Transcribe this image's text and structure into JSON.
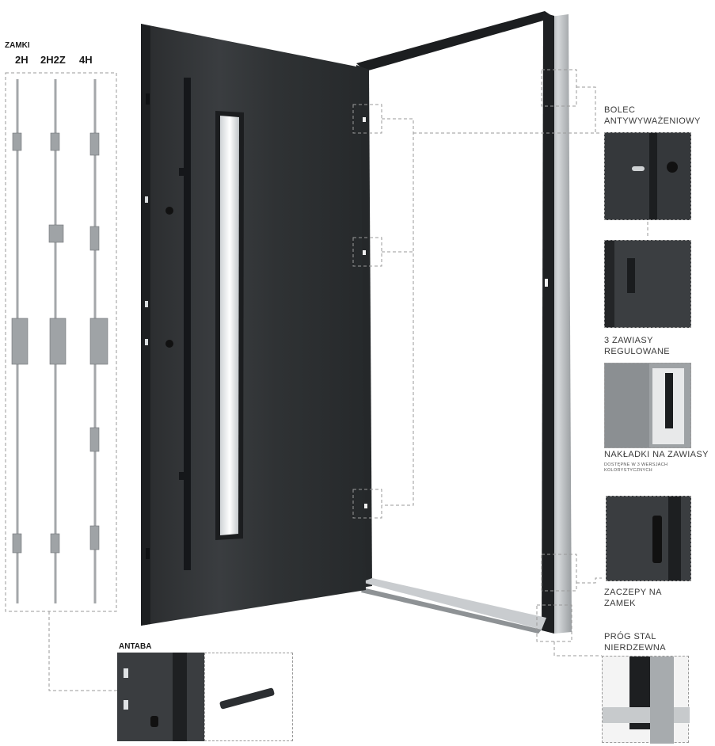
{
  "locks": {
    "title": "ZAMKI",
    "types": [
      "2H",
      "2H2Z",
      "4H"
    ]
  },
  "handle": {
    "title": "ANTABA"
  },
  "features": [
    {
      "id": "bolec",
      "label_line1": "BOLEC",
      "label_line2": "ANTYWYWAŻENIOWY"
    },
    {
      "id": "zawiasy",
      "label_line1": "3 ZAWIASY",
      "label_line2": "REGULOWANE"
    },
    {
      "id": "nakladki",
      "label_line1": "NAKŁADKI NA ZAWIASY",
      "note_line1": "DOSTĘPNE W 3 WERSJACH",
      "note_line2": "KOLORYSTYCZNYCH"
    },
    {
      "id": "zaczepy",
      "label_line1": "ZACZEPY NA",
      "label_line2": "ZAMEK"
    },
    {
      "id": "prog",
      "label_line1": "PRÓG STAL",
      "label_line2": "NIERDZEWNA"
    }
  ],
  "colors": {
    "door": "#2e3133",
    "frame": "#1f2123",
    "steel": "#b9bcbe",
    "dashed": "#9a9a9a"
  }
}
